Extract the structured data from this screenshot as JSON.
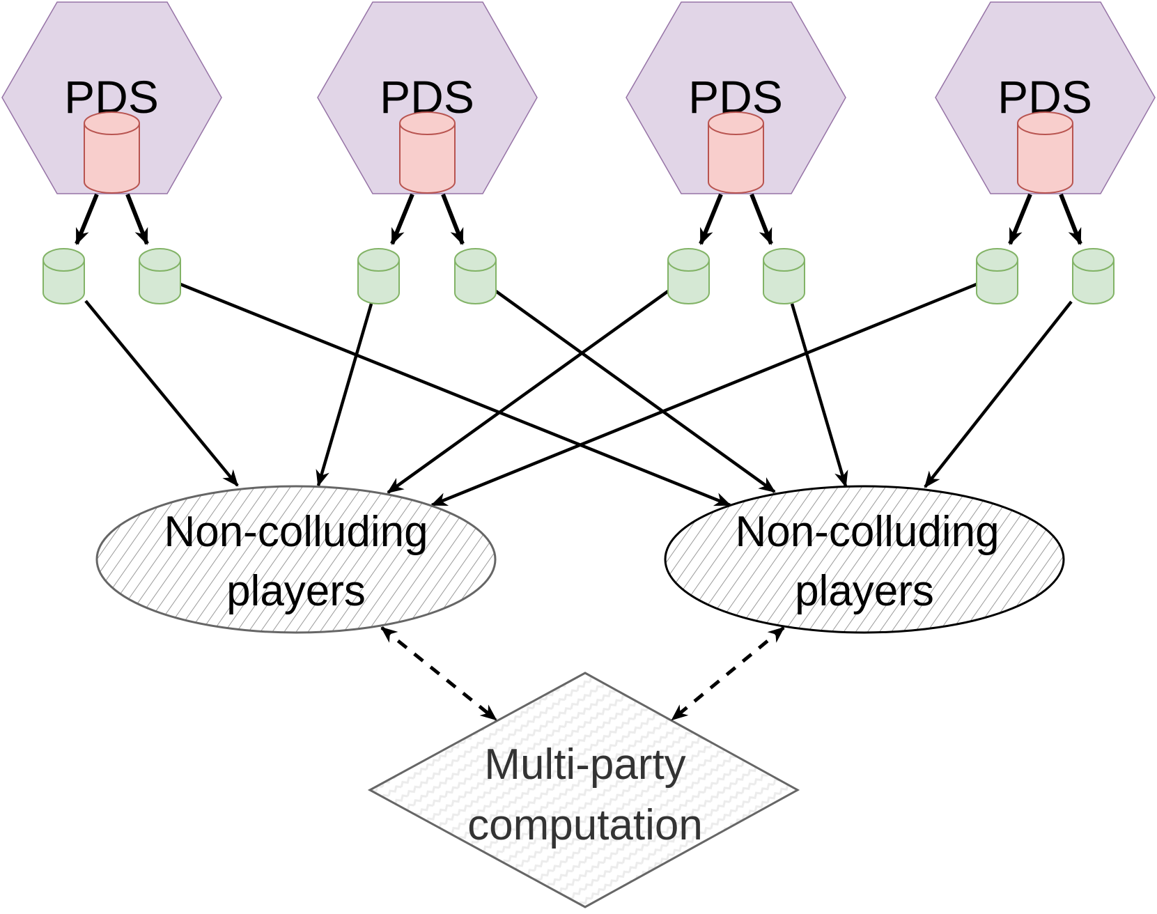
{
  "diagram": {
    "type": "data-flow",
    "colors": {
      "pds_fill": "#e1d5e7",
      "pds_stroke": "#9673a6",
      "store_fill": "#f8cecc",
      "store_stroke": "#b85450",
      "share_fill": "#d5e8d4",
      "share_stroke": "#82b366",
      "edge": "#000000",
      "player_left_stroke": "#666666",
      "player_right_stroke": "#000000",
      "mpc_stroke": "#666666",
      "mpc_text": "#333333"
    },
    "pds_nodes": [
      {
        "id": "pds-1",
        "label": "PDS"
      },
      {
        "id": "pds-2",
        "label": "PDS"
      },
      {
        "id": "pds-3",
        "label": "PDS"
      },
      {
        "id": "pds-4",
        "label": "PDS"
      }
    ],
    "players": [
      {
        "id": "players-left",
        "label_line1": "Non-colluding",
        "label_line2": "players"
      },
      {
        "id": "players-right",
        "label_line1": "Non-colluding",
        "label_line2": "players"
      }
    ],
    "mpc": {
      "id": "mpc",
      "label_line1": "Multi-party",
      "label_line2": "computation"
    },
    "edges": [
      {
        "from": "pds-1",
        "to": "share-1a",
        "style": "solid"
      },
      {
        "from": "pds-1",
        "to": "share-1b",
        "style": "solid"
      },
      {
        "from": "pds-2",
        "to": "share-2a",
        "style": "solid"
      },
      {
        "from": "pds-2",
        "to": "share-2b",
        "style": "solid"
      },
      {
        "from": "pds-3",
        "to": "share-3a",
        "style": "solid"
      },
      {
        "from": "pds-3",
        "to": "share-3b",
        "style": "solid"
      },
      {
        "from": "pds-4",
        "to": "share-4a",
        "style": "solid"
      },
      {
        "from": "pds-4",
        "to": "share-4b",
        "style": "solid"
      },
      {
        "from": "share-1a",
        "to": "players-left",
        "style": "solid"
      },
      {
        "from": "share-1b",
        "to": "players-right",
        "style": "solid"
      },
      {
        "from": "share-2a",
        "to": "players-left",
        "style": "solid"
      },
      {
        "from": "share-2b",
        "to": "players-right",
        "style": "solid"
      },
      {
        "from": "share-3a",
        "to": "players-left",
        "style": "solid"
      },
      {
        "from": "share-3b",
        "to": "players-right",
        "style": "solid"
      },
      {
        "from": "share-4a",
        "to": "players-left",
        "style": "solid"
      },
      {
        "from": "share-4b",
        "to": "players-right",
        "style": "solid"
      },
      {
        "from": "players-left",
        "to": "mpc",
        "style": "dashed",
        "bidirectional": true
      },
      {
        "from": "players-right",
        "to": "mpc",
        "style": "dashed",
        "bidirectional": true
      }
    ]
  }
}
